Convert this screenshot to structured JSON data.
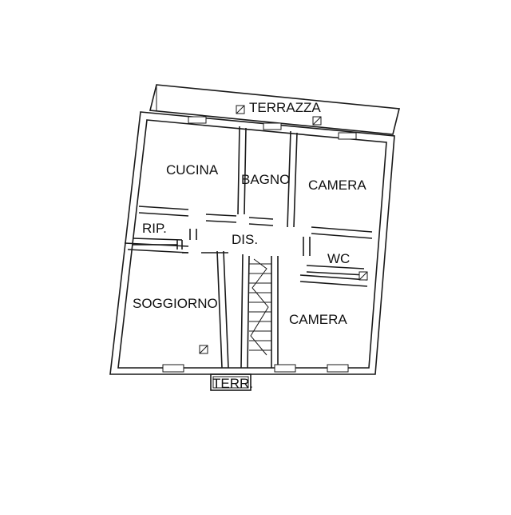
{
  "rooms": {
    "terrazza": "TERRAZZA",
    "cucina": "CUCINA",
    "bagno": "BAGNO",
    "camera_1": "CAMERA",
    "rip": "RIP.",
    "dis": "DIS.",
    "wc": "WC",
    "soggiorno": "SOGGIORNO",
    "camera_2": "CAMERA",
    "terr": "TERR."
  },
  "colors": {
    "line": "#1a1a1a",
    "background": "#ffffff",
    "text": "#111111"
  }
}
